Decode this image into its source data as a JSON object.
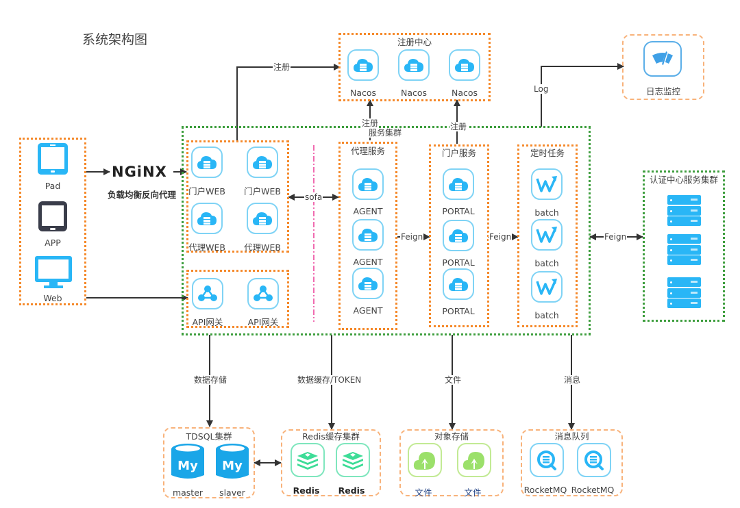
{
  "title": "系统架构图",
  "clients": {
    "items": [
      {
        "label": "Pad",
        "icon": "tablet-icon"
      },
      {
        "label": "APP",
        "icon": "mobile-device-icon"
      },
      {
        "label": "Web",
        "icon": "monitor-icon"
      }
    ]
  },
  "nginx": {
    "logo_text": "NGiNX",
    "caption": "负载均衡反向代理"
  },
  "registry": {
    "title": "注册中心",
    "nodes": [
      "Nacos",
      "Nacos",
      "Nacos"
    ]
  },
  "log_monitor": {
    "label": "日志监控"
  },
  "service_cluster": {
    "title": "服务集群",
    "web_group": {
      "nodes": [
        "门户WEB",
        "门户WEB",
        "代理WEB",
        "代理WEB"
      ]
    },
    "gateway_group": {
      "nodes": [
        "API网关",
        "API网关"
      ]
    },
    "agent_group": {
      "title": "代理服务",
      "nodes": [
        "AGENT",
        "AGENT",
        "AGENT"
      ]
    },
    "portal_group": {
      "title": "门户服务",
      "nodes": [
        "PORTAL",
        "PORTAL",
        "PORTAL"
      ]
    },
    "batch_group": {
      "title": "定时任务",
      "nodes": [
        "batch",
        "batch",
        "batch"
      ]
    }
  },
  "auth_cluster": {
    "title": "认证中心服务集群"
  },
  "storage": {
    "tdsql": {
      "title": "TDSQL集群",
      "nodes": [
        "master",
        "slaver"
      ],
      "icon_text": "My"
    },
    "redis": {
      "title": "Redis缓存集群",
      "nodes": [
        "Redis",
        "Redis"
      ]
    },
    "oss": {
      "title": "对象存储",
      "nodes": [
        "文件",
        "文件"
      ]
    },
    "mq": {
      "title": "消息队列",
      "nodes": [
        "RocketMQ",
        "RocketMQ"
      ]
    }
  },
  "edges": {
    "register_web": "注册",
    "register_agent": "注册",
    "register_portal": "注册",
    "log": "Log",
    "sofa": "sofa",
    "feign_agent_portal": "Feign",
    "feign_portal_batch": "Feign",
    "feign_auth": "Feign",
    "data_storage": "数据存储",
    "data_cache": "数据缓存/TOKEN",
    "file": "文件",
    "message": "消息"
  },
  "colors": {
    "accent_blue": "#29b6f6",
    "group_orange": "#f5892a",
    "cluster_green": "#3e9e3e",
    "redis_teal": "#3ddc97",
    "oss_green": "#9be06a"
  }
}
